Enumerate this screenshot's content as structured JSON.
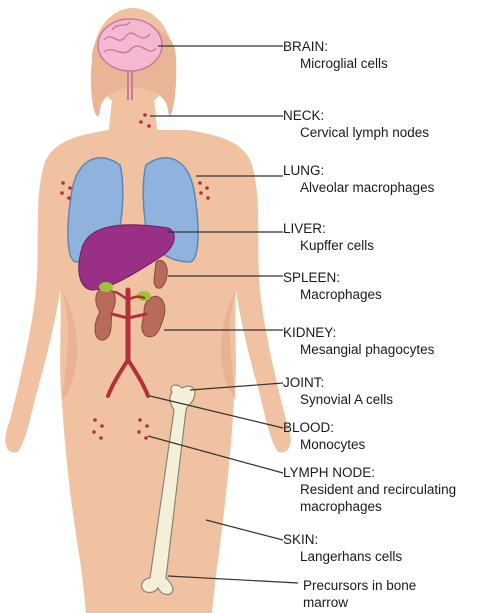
{
  "colors": {
    "skin": "#f0c2a2",
    "skin_shadow": "#e3a888",
    "lung": "#8fb3dc",
    "lung_edge": "#5f86b8",
    "liver": "#9a2f86",
    "kidney": "#b86b5a",
    "adrenal": "#9fc23a",
    "artery": "#b3303a",
    "brain": "#f4b8d0",
    "bone": "#f3efd9",
    "dots": "#b3303a",
    "leader_line": "#333333"
  },
  "labels": [
    {
      "id": "brain",
      "title": "BRAIN:",
      "desc": "Microglial cells"
    },
    {
      "id": "neck",
      "title": "NECK:",
      "desc": "Cervical lymph nodes"
    },
    {
      "id": "lung",
      "title": "LUNG:",
      "desc": "Alveolar macrophages"
    },
    {
      "id": "liver",
      "title": "LIVER:",
      "desc": "Kupffer cells"
    },
    {
      "id": "spleen",
      "title": "SPLEEN:",
      "desc": "Macrophages"
    },
    {
      "id": "kidney",
      "title": "KIDNEY:",
      "desc": "Mesangial phagocytes"
    },
    {
      "id": "joint",
      "title": "JOINT:",
      "desc": "Synovial A cells"
    },
    {
      "id": "blood",
      "title": "BLOOD:",
      "desc": "Monocytes"
    },
    {
      "id": "lymph-node",
      "title": "LYMPH NODE:",
      "desc": "Resident and recirculating",
      "desc2": "macrophages"
    },
    {
      "id": "skin",
      "title": "SKIN:",
      "desc": "Langerhans cells"
    },
    {
      "id": "bone-marrow",
      "title": "Precursors in bone",
      "desc": "marrow"
    }
  ]
}
